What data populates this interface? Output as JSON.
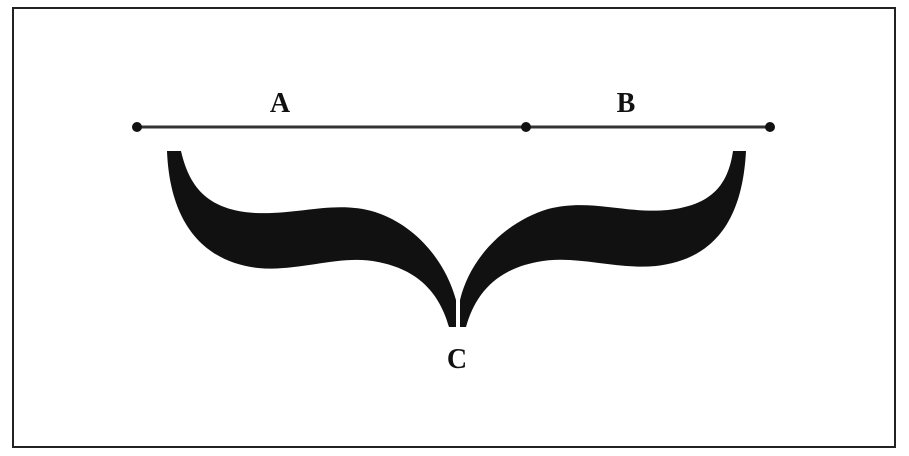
{
  "diagram": {
    "labels": {
      "a": "A",
      "b": "B",
      "c": "C"
    },
    "colors": {
      "ink": "#111111",
      "line": "#333333",
      "border": "#222222",
      "background": "#ffffff"
    }
  }
}
